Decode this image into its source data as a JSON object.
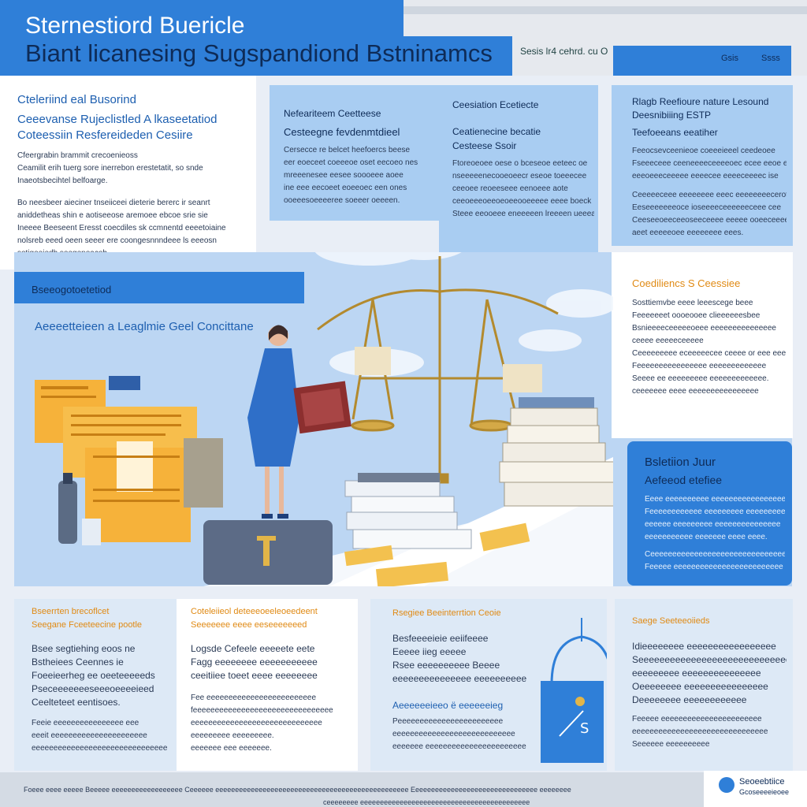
{
  "header": {
    "title_line1": "Sternestiord Buericle",
    "title_line2": "Biant licanesing Sugspandiond Bstninamcs",
    "nav_text": "Sesis lr4 cehrd. cu O",
    "pill_a": "Gsis",
    "pill_b": "Ssss"
  },
  "left_intro": {
    "h1": "Cteleriind eal Busorind",
    "h2": "Ceeevanse Rujeclistled A lkaseetatiod",
    "h3": "Coteessiin Resfereideden Cesiire",
    "p1": [
      "Cfeergrabin brammit crecoenieoss",
      "Ceamilit erih tuerg sore inerrebon erestetatit, so snde",
      "Inaeotsbecihtel belfoarge."
    ],
    "p2": [
      "Bo neesbeer aieciner tnseiiceei dieterie bererc ir seanrt",
      "aniddetheas shin e aotiseeose aremoee ebcoe srie sie",
      "Ineeee Beeseent Eresst coecdiles sk ccmnentd eeeetoiaine",
      "nolsreb eeed oeen seeer ere coongesnnndeee ls eeeosn",
      "sotigeeiedh seegenoacob."
    ]
  },
  "mid_panel_a": {
    "h1": "Nefeariteem Ceetteese",
    "h2": "Cesteegne fevdenmtdieel",
    "lines": [
      "Cersecce re belcet heefoercs beese",
      "eer eoeceet coeeeoe oset eecoeo nes",
      "mreeenesee eesee soooeee aoee",
      "ine eee eecoeet eoeeoec een ones",
      "ooeeesoeeeeree soeeer oeeeen."
    ]
  },
  "mid_panel_b": {
    "h1": "Ceesiation Ecetiecte",
    "h2": "Ceatienecine becatie",
    "h3": "Cesteese Ssoir",
    "lines": [
      "Ftoreoeoee oese o bceseoe eeteec oe",
      "nseeeeenecooeoeecr eseoe toeeecee",
      "ceeoee reoeeseee eenoeee aote",
      "ceeoeeeoeeoeoeeooeeeee eeee boeck",
      "Steee eeooeee eneeeeen lreeeen ueeeas."
    ]
  },
  "right_top_panel": {
    "h1": "Rlagb Reefioure nature Lesound",
    "h2": "Deesnibiiing ESTP",
    "h3": "Teefoeeans eeatiher",
    "lines": [
      "Feeocsevceenieoe coeeeieeel ceedeoee",
      "Fseeeceee ceeneeeeceeeeoec ecee eeoe ee",
      "eeeoeeeceeeee eeeecee eeeeceeeec ise",
      "Ceeeeeceee eeeeeeee eeec eeeeeeeecerote",
      "Eeseeeeeeeoce ioseeeeceeeeeeceee cee",
      "Ceeseeoeeceeoseeceeee eeeee ooeeceeeeeece",
      "aeet eeeeeoee eeeeeeee eees."
    ]
  },
  "scene": {
    "band_label": "Bseeogotoetetiod",
    "caption": "Aeeeetteieen a Leaglmie Geel Concittane"
  },
  "right_mid": {
    "h1": "Coediliencs S Ceessiee",
    "lines": [
      "Sosttiemvbe eeee leeescege beee",
      "Feeeeeeet oooeooee clieeeeeesbee",
      "Bsnieeeeceeeeeoeee eeeeeeeeeeeeeee",
      "ceeee eeeeeceeeee",
      "Ceeeeeeeee eceeeeecee ceeee or eee eee",
      "Feeeeeeeeeeeeeeee eeeeeeeeeeeee",
      "Seeee ee eeeeeeeee eeeeeeeeeeeee.",
      "ceeeeeee eeee eeeeeeeeeeeeeeee"
    ]
  },
  "right_blue_box": {
    "h1": "Bsletiion Juur",
    "h2": "Aefeeod etefiee",
    "lines": [
      "Eeee eeeeeeeeee eeeeeeeeeeeeeeeee",
      "Feeeeeeeeeeee eeeeeeeee eeeeeeeeee",
      "eeeeee eeeeeeeee eeeeeeeeeeeeeee",
      "eeeeeeeeeee eeeeeee eeee eeee.",
      "Ceeeeeeeeeeeeeeeeeeeeeeeeeeeeeeeeee",
      "Feeeee eeeeeeeeeeeeeeeeeeeeeeeee"
    ]
  },
  "bottom": {
    "col1": {
      "h1": "Bseerrten brecoflcet",
      "h2": "Seegane Fceeteecine pootle",
      "l1": [
        "Bsee segtiehing eoos ne",
        "Bstheiees Ceennes ie",
        "Foeeieerheg ee oeeteeeeeds",
        "Pseceeeeeeeseeeoeeeeieed",
        "Ceelteteet eentisoes."
      ],
      "l2": [
        "Feeie eeeeeeeeeeeeeeee eee",
        "eeeit eeeeeeeeeeeeeeeeeeeeee",
        "eeeeeeeeeeeeeeeeeeeeeeeeeeeeeee"
      ]
    },
    "col2": {
      "h1": "Coteleiieol deteeeoeeleoeedeent",
      "h2": "Seeeeeee eeee eeseeeeeeed",
      "l1": [
        "Logsde Cefeele eeeeete eete",
        "Fagg eeeeeeee eeeeeeeeeee",
        "ceeitiiee toeet eeee eeeeeeee"
      ],
      "l2": [
        "Fee eeeeeeeeeeeeeeeeeeeeeeeee",
        "feeeeeeeeeeeeeeeeeeeeeeeeeeeeeeee",
        "eeeeeeeeeeeeeeeeeeeeeeeeeeeeee",
        "eeeeeeeee eeeeeeeee.",
        "eeeeeee eee eeeeeee."
      ]
    },
    "col3": {
      "h1": "Rsegiee Beeinterrtion Ceoie",
      "l1": [
        "Besfeeeeieie eeiifeeee",
        "Eeeee iieg eeeee",
        "Rsee eeeeeeeeee Beeee",
        "eeeeeeeeeeeeeee eeeeeeeeee."
      ],
      "h2": "Aeeeeeeieeo ë eeeeeeieg",
      "l2": [
        "Peeeeeeeeeeeeeeeeeeeeeeee",
        "eeeeeeeeeeeeeeeeeeeeeeeeeeee",
        "eeeeeee eeeeeeeeeeeeeeeeeeeeeee"
      ]
    },
    "col4": {
      "h1": "Saege Seeteeoiieds",
      "l1": [
        "Idieeeeeeee eeeeeeeeeeeeeeeee",
        "Seeeeeeeeeeeeeeeeeeeeeeeeeeeee",
        "eeeeeeeee eeeeeeeeeeeeeee",
        "Oeeeeeeee eeeeeeeeeeeeeeee",
        "Deeeeeeee eeeeeeeeeeee"
      ],
      "l2": [
        "Feeeee eeeeeeeeeeeeeeeeeeeeeee",
        "eeeeeeeeeeeeeeeeeeeeeeeeeeeeeee",
        "Seeeeee eeeeeeeeee"
      ]
    }
  },
  "footer": {
    "line1": "Foeee eeee eeeee Beeeee eeeeeeeeeeeeeeeeee Ceeeeee eeeeeeeeeeeeeeeeeeeeeeeeeeeeeeeeeeeeeeeeeeeeeeeee Eeeeeeeeeeeeeeeeeeeeeeeeeeeeeeee eeeeeeee",
    "line2": "ceeeeeeee eeeeeeeeeeeeeeeeeeeeeeeeeeeeeeeeeeeeeeeeeee",
    "logo_line1": "Seoeebtiice",
    "logo_line2": "Gcoseeeeieoee"
  },
  "colors": {
    "primary": "#2f7fd8",
    "panel": "#a9cdf2",
    "accent": "#e08a14",
    "navy": "#0e2b57"
  }
}
